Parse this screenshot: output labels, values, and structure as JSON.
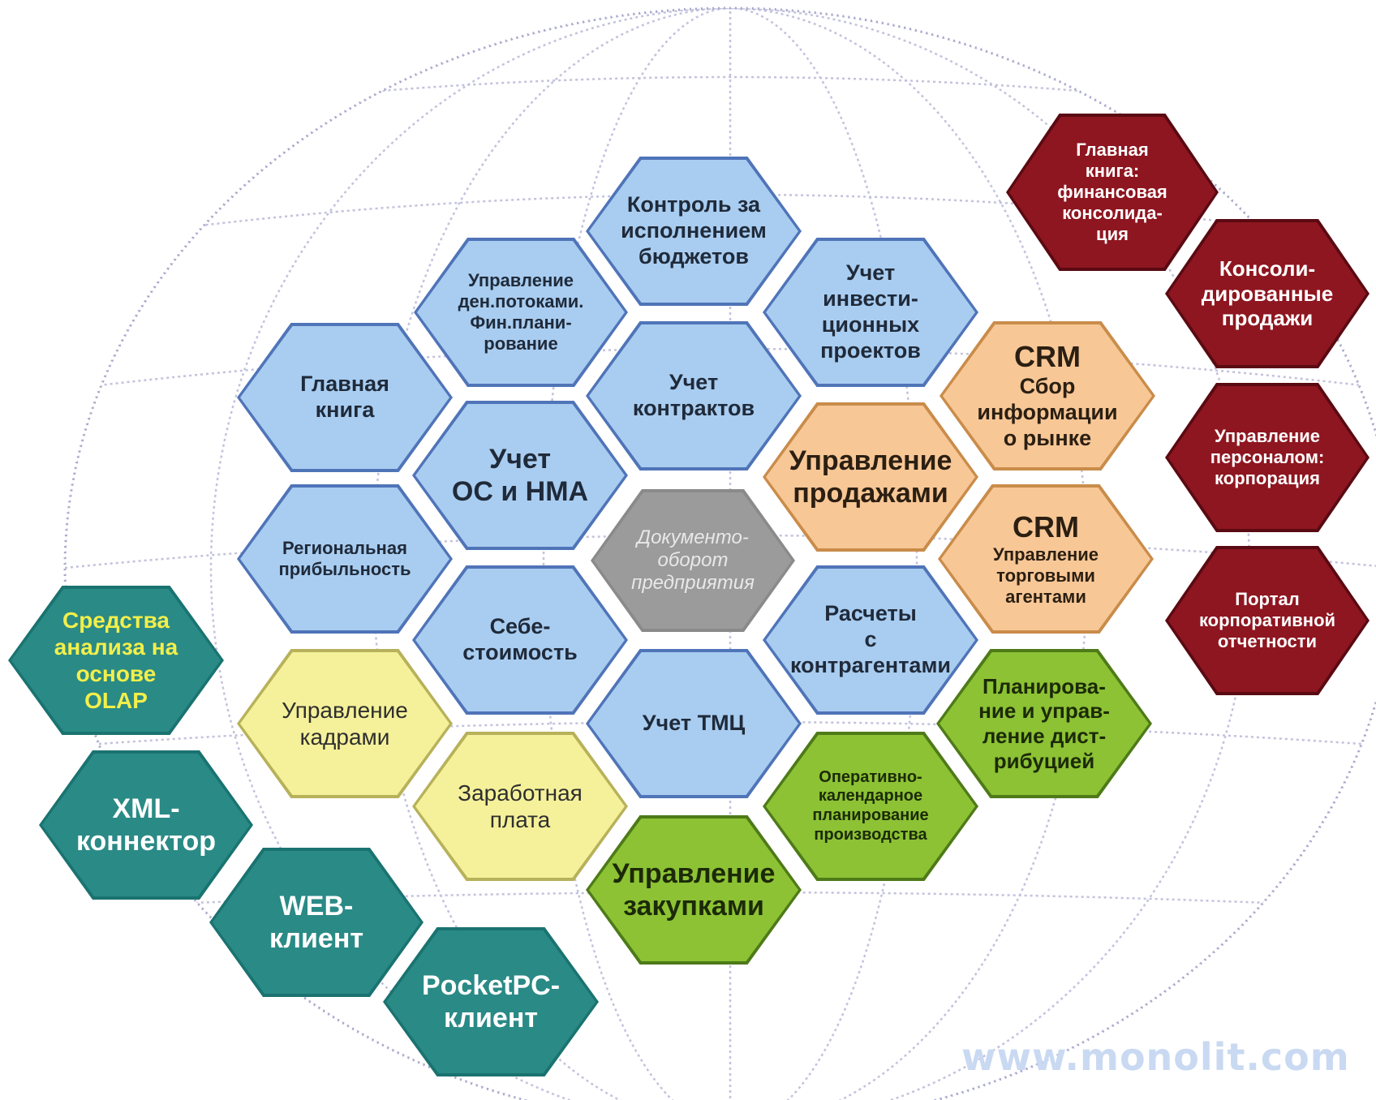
{
  "center": "Документо-\nоборот\nпредприятия",
  "modules": {
    "budget_control": "Контроль за\nисполнением\nбюджетов",
    "cash_flow": "Управление\nден.потоками.\nФин.плани-\nрование",
    "investment": "Учет\nинвести-\nционных\nпроектов",
    "general_ledger": "Главная\nкнига",
    "contracts": "Учет\nконтрактов",
    "fixed_assets": "Учет\nОС и НМА",
    "regional_profit": "Региональная\nприбыльность",
    "cost": "Себе-\nстоимость",
    "settlements": "Расчеты\nс\nконтрагентами",
    "inventory": "Учет ТМЦ",
    "sales_mgmt": "Управление\nпродажами",
    "crm_market_title": "CRM",
    "crm_market": "Сбор\nинформации\nо рынке",
    "crm_agents_title": "CRM",
    "crm_agents": "Управление\nторговыми\nагентами",
    "hr": "Управление\nкадрами",
    "payroll": "Заработная\nплата",
    "distribution": "Планирова-\nние и управ-\nление дист-\nрибуцией",
    "production_planning": "Оперативно-\nкалендарное\nпланирование\nпроизводства",
    "purchasing": "Управление\nзакупками"
  },
  "tools": {
    "olap": "Средства\nанализа на\nоснове\nOLAP",
    "xml": "XML-\nконнектор",
    "web": "WEB-\nклиент",
    "pocketpc": "PocketPC-\nклиент"
  },
  "corporate": {
    "gl_consolidation": "Главная\nкнига:\nфинансовая\nконсолида-\nция",
    "consolidated_sales": "Консоли-\nдированные\nпродажи",
    "hr_corporation": "Управление\nперсоналом:\nкорпорация",
    "reporting_portal": "Портал\nкорпоративной\nотчетности"
  },
  "watermark": "www.monolit.com",
  "colors": {
    "blue": "#a9cdf0",
    "orange": "#f8c796",
    "yellow": "#f5f19a",
    "green": "#8cc234",
    "teal": "#2a8a86",
    "red": "#8e1620",
    "gray": "#9b9b9b",
    "grid": "#b8b8d8"
  }
}
